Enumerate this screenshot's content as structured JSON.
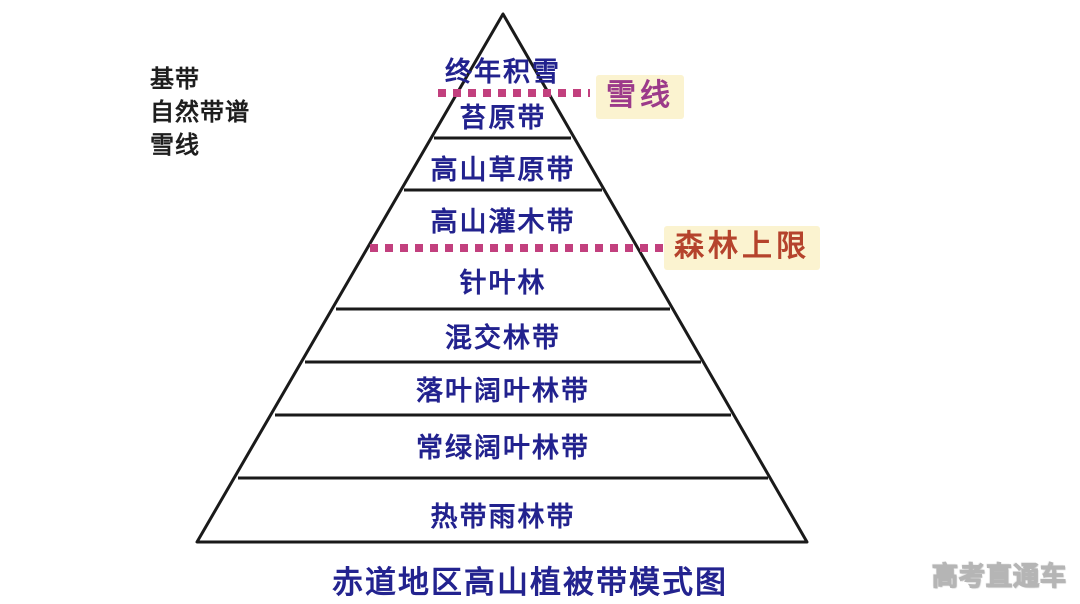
{
  "legend": {
    "lines": [
      "基带",
      "自然带谱",
      "雪线"
    ]
  },
  "pyramid": {
    "layers": [
      {
        "label": "终年积雪"
      },
      {
        "label": "苔原带"
      },
      {
        "label": "高山草原带"
      },
      {
        "label": "高山灌木带"
      },
      {
        "label": "针叶林"
      },
      {
        "label": "混交林带"
      },
      {
        "label": "落叶阔叶林带"
      },
      {
        "label": "常绿阔叶林带"
      },
      {
        "label": "热带雨林带"
      }
    ],
    "snow_line_label": "雪线",
    "forest_limit_label": "森林上限"
  },
  "title": "赤道地区高山植被带模式图",
  "watermark": "高考直通车",
  "colors": {
    "layer_text": "#22228e",
    "outline": "#1a1a1a",
    "dotted_line": "#c2407e",
    "snow_label_text": "#9c3a8a",
    "forest_label_text": "#b5432c",
    "annotation_background": "#fbf3d0",
    "title_text": "#23238f"
  }
}
